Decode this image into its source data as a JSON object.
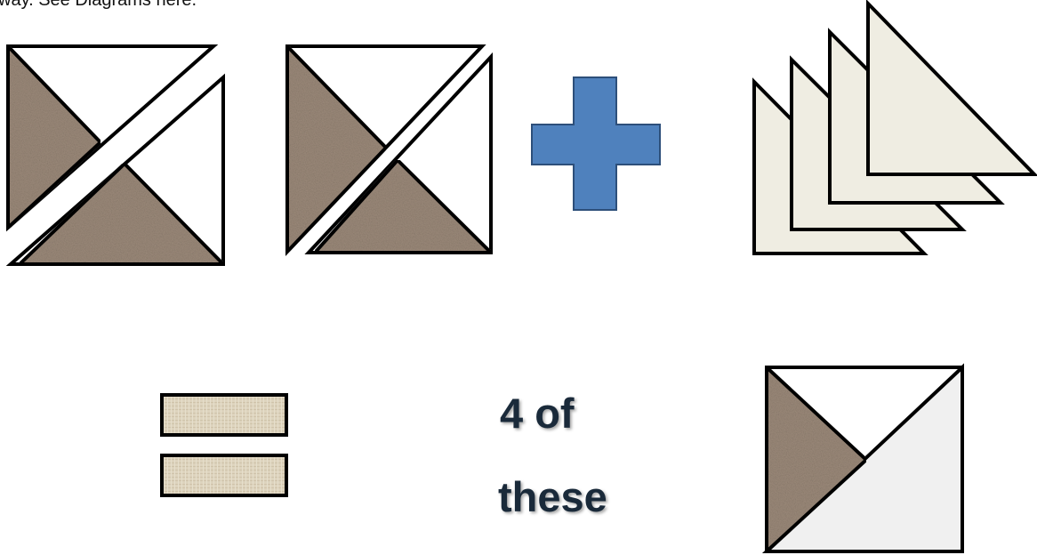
{
  "caption": "way. See Diagrams here.",
  "count_text": {
    "line1": "4 of",
    "line2": "these"
  },
  "colors": {
    "fabric_brown": "#9c8a7a",
    "fabric_cream": "#efede2",
    "fabric_linen": "#ddd3bd",
    "fabric_light": "#f0f0f0",
    "plus_blue": "#4f81bd",
    "outline": "#000000",
    "text_navy": "#1a2a3a"
  },
  "icons": {
    "plus": "plus-sign-icon",
    "equals": "equals-sign-icon"
  }
}
